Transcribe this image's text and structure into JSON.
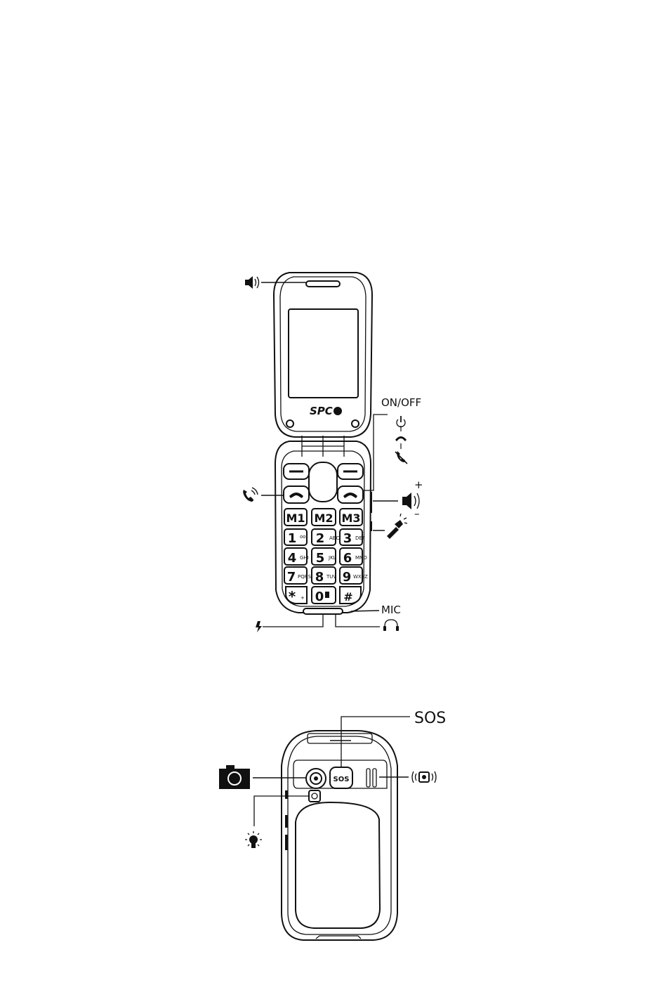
{
  "front": {
    "brand": "SPC",
    "labels": {
      "on_off": "ON/OFF",
      "mic": "MIC",
      "plus": "+",
      "minus": "–"
    },
    "keys": {
      "m1": "M1",
      "m2": "M2",
      "m3": "M3",
      "k1": "1",
      "k2": "2",
      "k3": "3",
      "k4": "4",
      "k5": "5",
      "k6": "6",
      "k7": "7",
      "k8": "8",
      "k9": "9",
      "kstar": "*",
      "k0": "0",
      "khash": "#"
    },
    "key_sub": {
      "k2": "ABC",
      "k3": "DEF",
      "k4": "GHI",
      "k5": "JKL",
      "k6": "MNO",
      "k7": "PQRS",
      "k8": "TUV",
      "k9": "WXYZ",
      "kstar": "+"
    },
    "icons": [
      "speaker-icon",
      "call-icon",
      "power-icon",
      "hangup-icon",
      "mute-icon",
      "volume-icon",
      "flashlight-icon",
      "charge-icon",
      "headphones-icon"
    ]
  },
  "back": {
    "labels": {
      "sos": "SOS",
      "sos_button": "SOS"
    },
    "icons": [
      "camera-icon",
      "lamp-icon",
      "vibrate-speaker-icon"
    ]
  }
}
